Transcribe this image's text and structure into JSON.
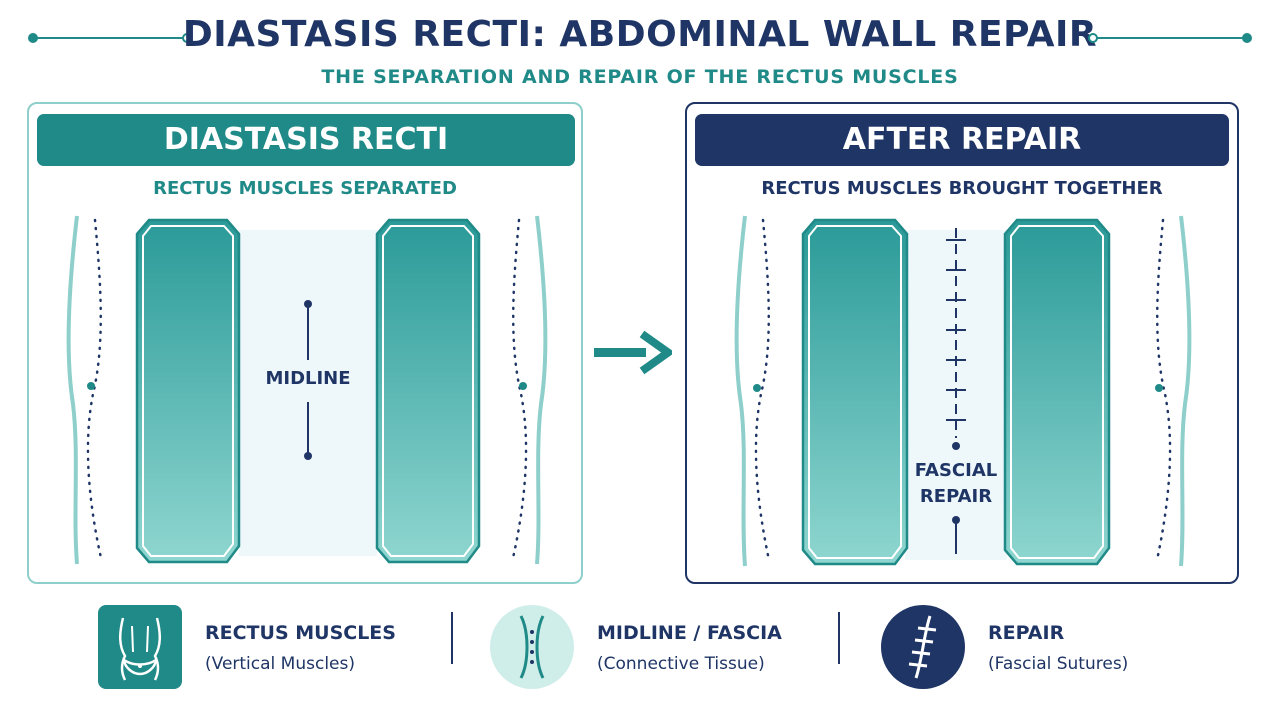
{
  "header": {
    "title": "DIASTASIS RECTI: ABDOMINAL WALL REPAIR",
    "subtitle": "THE SEPARATION AND REPAIR OF THE RECTUS MUSCLES"
  },
  "panels": {
    "before": {
      "title": "DIASTASIS RECTI",
      "subtitle": "RECTUS MUSCLES SEPARATED",
      "midline_label": "MIDLINE"
    },
    "after": {
      "title": "AFTER REPAIR",
      "subtitle": "RECTUS MUSCLES BROUGHT TOGETHER",
      "repair_label_line1": "FASCIAL",
      "repair_label_line2": "REPAIR"
    }
  },
  "legend": [
    {
      "title": "RECTUS MUSCLES",
      "desc": "(Vertical Muscles)",
      "icon": "abdomen-icon"
    },
    {
      "title": "MIDLINE / FASCIA",
      "desc": "(Connective Tissue)",
      "icon": "fascia-icon"
    },
    {
      "title": "REPAIR",
      "desc": "(Fascial Sutures)",
      "icon": "suture-icon"
    }
  ],
  "colors": {
    "navy": "#1f3566",
    "teal": "#1f8a87",
    "teal_light": "#8fcfcb",
    "muscle_top": "#2a9a98",
    "muscle_bottom": "#8fd6d0",
    "midline_fill": "#eef7fa"
  }
}
